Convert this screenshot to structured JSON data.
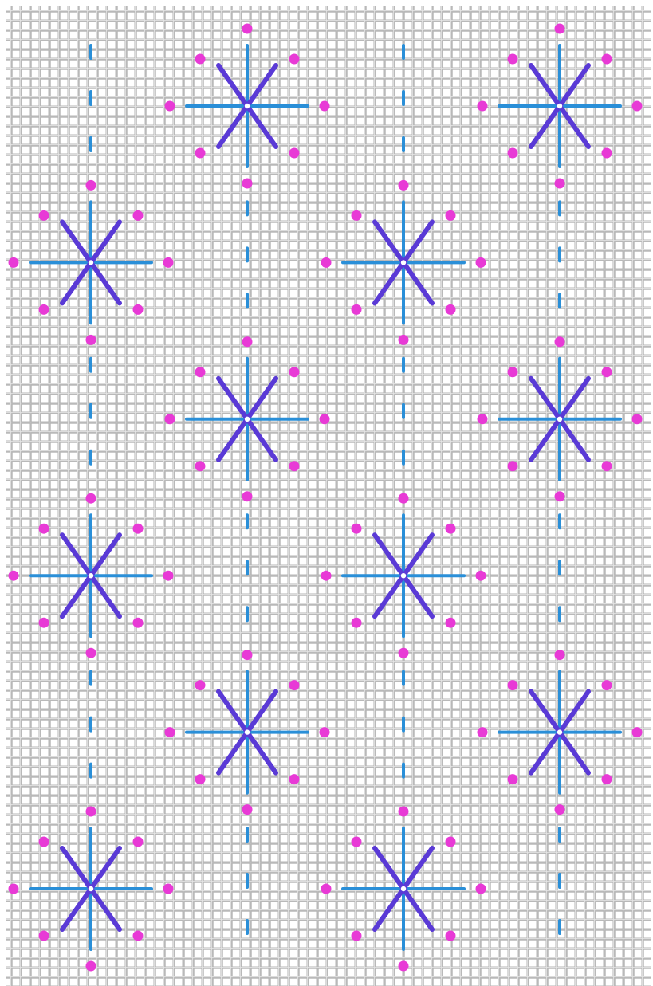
{
  "diagram": {
    "type": "needlepoint-stitch-chart",
    "colors": {
      "background": "#ffffff",
      "canvas_thread": "#b4b4b4",
      "canvas_thread_highlight": "#e6e6e6",
      "straight_stitch": "#2a8fd8",
      "diagonal_stitch": "#5a3ad6",
      "hole_marker": "#e83ad6",
      "center_hole": "#ffffff"
    },
    "icons": {
      "star_stitch": "star-stitch-icon",
      "hole_marker": "dot-icon"
    },
    "columns": 4,
    "rows_of_stars": 6,
    "stars": [
      {
        "col": 1,
        "row": 0
      },
      {
        "col": 3,
        "row": 0
      },
      {
        "col": 0,
        "row": 1
      },
      {
        "col": 2,
        "row": 1
      },
      {
        "col": 1,
        "row": 2
      },
      {
        "col": 3,
        "row": 2
      },
      {
        "col": 0,
        "row": 3
      },
      {
        "col": 2,
        "row": 3
      },
      {
        "col": 1,
        "row": 4
      },
      {
        "col": 3,
        "row": 4
      },
      {
        "col": 0,
        "row": 5
      },
      {
        "col": 2,
        "row": 5
      }
    ]
  }
}
